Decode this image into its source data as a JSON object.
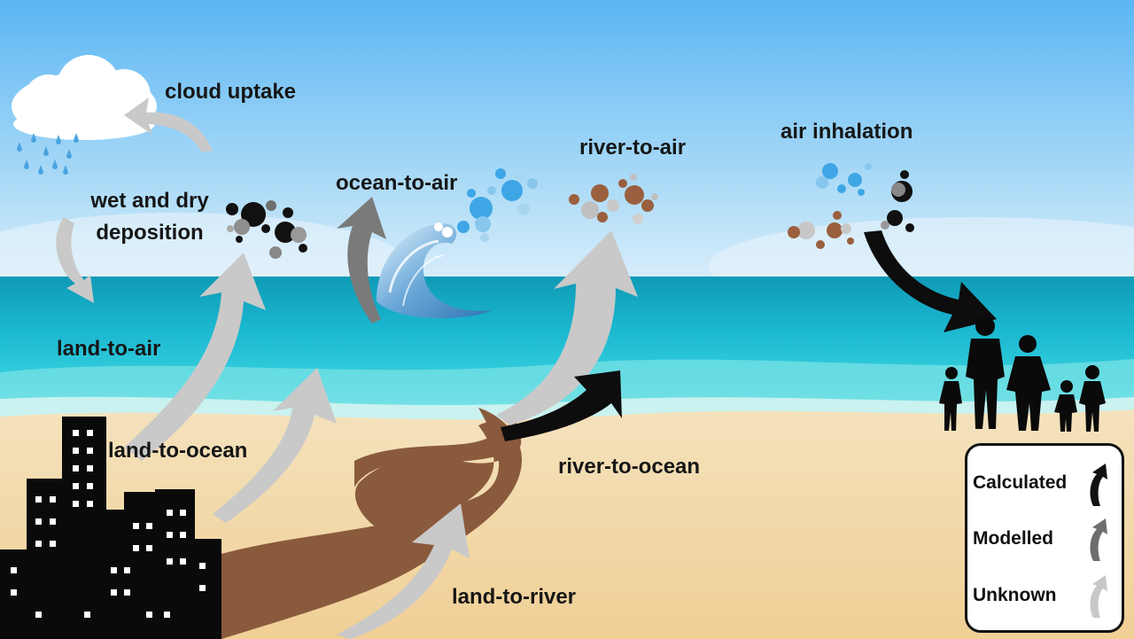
{
  "labels": {
    "cloud_uptake": "cloud uptake",
    "wet_dry_deposition_line1": "wet and dry",
    "wet_dry_deposition_line2": "deposition",
    "ocean_to_air": "ocean-to-air",
    "river_to_air": "river-to-air",
    "air_inhalation": "air inhalation",
    "land_to_air": "land-to-air",
    "land_to_ocean": "land-to-ocean",
    "river_to_ocean": "river-to-ocean",
    "land_to_river": "land-to-river"
  },
  "legend": {
    "items": [
      {
        "label": "Calculated",
        "color": "#111111"
      },
      {
        "label": "Modelled",
        "color": "#6e6e6e"
      },
      {
        "label": "Unknown",
        "color": "#c8c8c8"
      }
    ]
  },
  "colors": {
    "calculated": "#111111",
    "modelled": "#777777",
    "unknown": "#c4c4c4",
    "sky_top": "#5db8f5",
    "ocean": "#1fb3c8",
    "sand": "#f2d6a2",
    "river": "#8a5a3c"
  }
}
